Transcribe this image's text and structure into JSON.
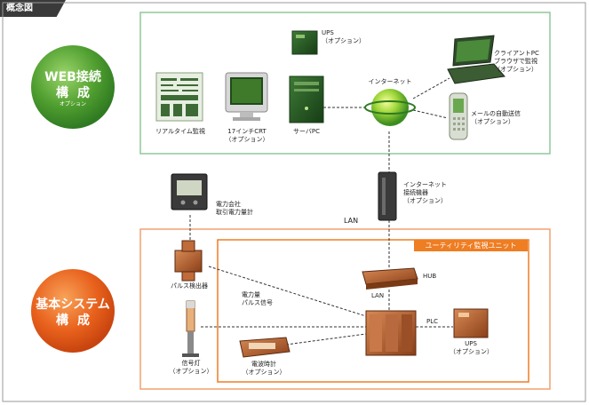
{
  "header": {
    "title": "概念図"
  },
  "web_section": {
    "title_line1": "WEB接続",
    "title_line2": "構成",
    "title_note": "オプション"
  },
  "basic_section": {
    "title_line1": "基本システム",
    "title_line2": "構成"
  },
  "utility_unit": {
    "label": "ユーティリティ監視ユニット"
  },
  "labels": {
    "realtime": "リアルタイム監視",
    "crt_line1": "17インチCRT",
    "crt_line2": "（オプション）",
    "server": "サーバPC",
    "ups_top_line1": "UPS",
    "ups_top_line2": "（オプション）",
    "internet": "インターネット",
    "client_line1": "クライアントPC",
    "client_line2": "ブラウザで監視",
    "client_line3": "（オプション）",
    "mail_line1": "メールの自動送信",
    "mail_line2": "（オプション）",
    "meter_line1": "電力会社",
    "meter_line2": "取引電力量計",
    "inet_dev_line1": "インターネット",
    "inet_dev_line2": "接続機器",
    "inet_dev_line3": "（オプション）",
    "lan_main": "LAN",
    "pulse": "パルス検出器",
    "power_signal_line1": "電力量",
    "power_signal_line2": "パルス信号",
    "hub": "HUB",
    "lan_small": "LAN",
    "plc": "PLC",
    "ups_bottom_line1": "UPS",
    "ups_bottom_line2": "（オプション）",
    "signal_line1": "信号灯",
    "signal_line2": "（オプション）",
    "clock_line1": "電波時計",
    "clock_line2": "（オプション）"
  },
  "colors": {
    "web_border": "#8fc99a",
    "basic_border": "#f2a170",
    "utility_border": "#ef7d22",
    "green_circle": "#5aa83a",
    "orange_circle": "#e8611c",
    "equipment_orange": "#b45a2a",
    "equipment_green": "#2f6b2a"
  }
}
